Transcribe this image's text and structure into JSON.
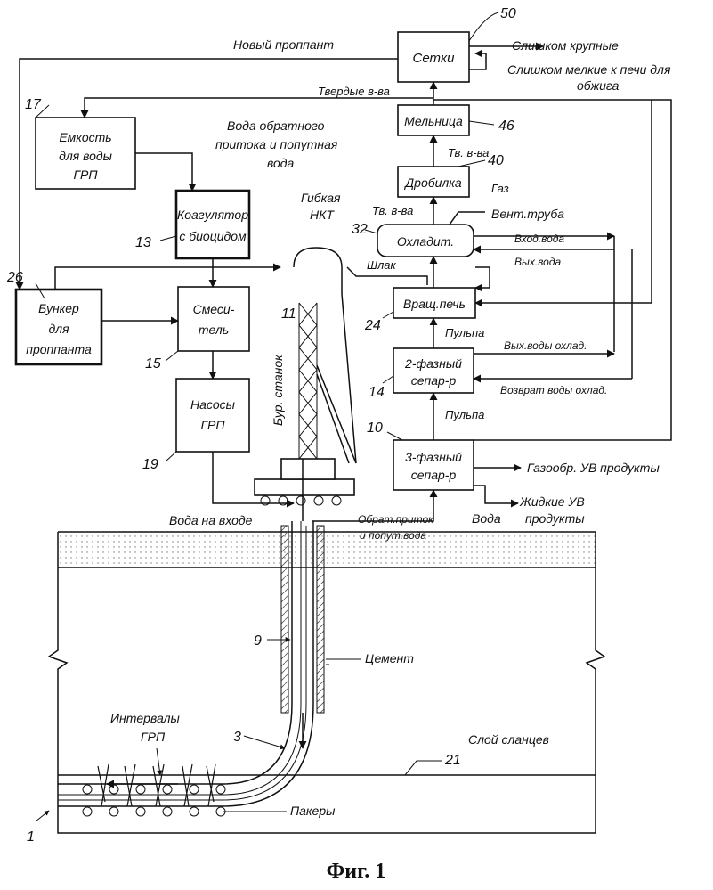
{
  "boxes": {
    "screens": "Сетки",
    "mill": "Мельница",
    "crusher": "Дробилка",
    "cooler": "Охладит.",
    "kiln": "Вращ.печь",
    "sep2_l1": "2-фазный",
    "sep2_l2": "сепар-р",
    "sep3_l1": "3-фазный",
    "sep3_l2": "сепар-р",
    "tank_l1": "Емкость",
    "tank_l2": "для воды",
    "tank_l3": "ГРП",
    "coag_l1": "Коагулятор",
    "coag_l2": "с биоцидом",
    "bunker_l1": "Бункер",
    "bunker_l2": "для",
    "bunker_l3": "проппанта",
    "mixer_l1": "Смеси-",
    "mixer_l2": "тель",
    "pumps_l1": "Насосы",
    "pumps_l2": "ГРП"
  },
  "labels": {
    "new_proppant": "Новый проппант",
    "too_coarse": "Слишком крупные",
    "too_fine_l1": "Слишком мелкие к печи для",
    "too_fine_l2": "обжига",
    "solids": "Твердые в-ва",
    "flowback_l1": "Вода обратного",
    "flowback_l2": "притока и попутная",
    "flowback_l3": "вода",
    "solids_short_1": "Тв. в-ва",
    "solids_short_2": "Тв. в-ва",
    "gas": "Газ",
    "vent": "Вент.труба",
    "water_in": "Вход.вода",
    "water_out": "Вых.вода",
    "slag": "Шлак",
    "coiled_l1": "Гибкая",
    "coiled_l2": "НКТ",
    "pulp_1": "Пульпа",
    "pulp_2": "Пульпа",
    "cooling_out": "Вых.воды охлад.",
    "cooling_return": "Возврат воды охлад.",
    "rig": "Бур. станок",
    "gas_hc": "Газообр. УВ продукты",
    "liquid_hc_l1": "Жидкие УВ",
    "liquid_hc_l2": "продукты",
    "water": "Вода",
    "inlet_water": "Вода на входе",
    "flowback_short_l1": "Обрат.приток",
    "flowback_short_l2": "и попут.вода",
    "cement": "Цемент",
    "frac_intervals_l1": "Интервалы",
    "frac_intervals_l2": "ГРП",
    "shale": "Слой сланцев",
    "packers": "Пакеры"
  },
  "numbers": {
    "n50": "50",
    "n17": "17",
    "n46": "46",
    "n40": "40",
    "n32": "32",
    "n13": "13",
    "n26": "26",
    "n11": "11",
    "n24": "24",
    "n15": "15",
    "n14": "14",
    "n10": "10",
    "n19": "19",
    "n9": "9",
    "n3": "3",
    "n21": "21",
    "n1": "1"
  },
  "caption": "Фиг. 1"
}
